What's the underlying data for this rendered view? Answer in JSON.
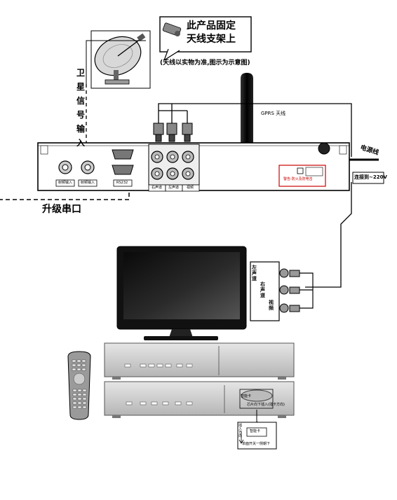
{
  "callout": {
    "line1": "此产品固定",
    "line2": "天线支架上",
    "note": "(天线以实物为准,图示为示意图)"
  },
  "satellite_input_label": "卫星信号输入",
  "gprs_label": "GPRS 天线",
  "power_line_label": "电源线",
  "power_connect_label": "连接到~220V",
  "upgrade_port_label": "升级串口",
  "rear_panel": {
    "tuner_labels": [
      "射频输入",
      "射频输入"
    ],
    "rs232_label": "RS232",
    "av_labels": [
      "右声道",
      "左声道",
      "视频"
    ],
    "warning_text": "警告:防火及防电击"
  },
  "tv_input_labels": [
    "左声道",
    "右声道",
    "视频"
  ],
  "card_slot": {
    "label": "智能卡",
    "caption": "芯片向下插入(插卡方向)",
    "card_box_text": "智能卡",
    "card_box_caption": "单面开关一侧朝下",
    "arrow_side_text": "插入方向"
  }
}
